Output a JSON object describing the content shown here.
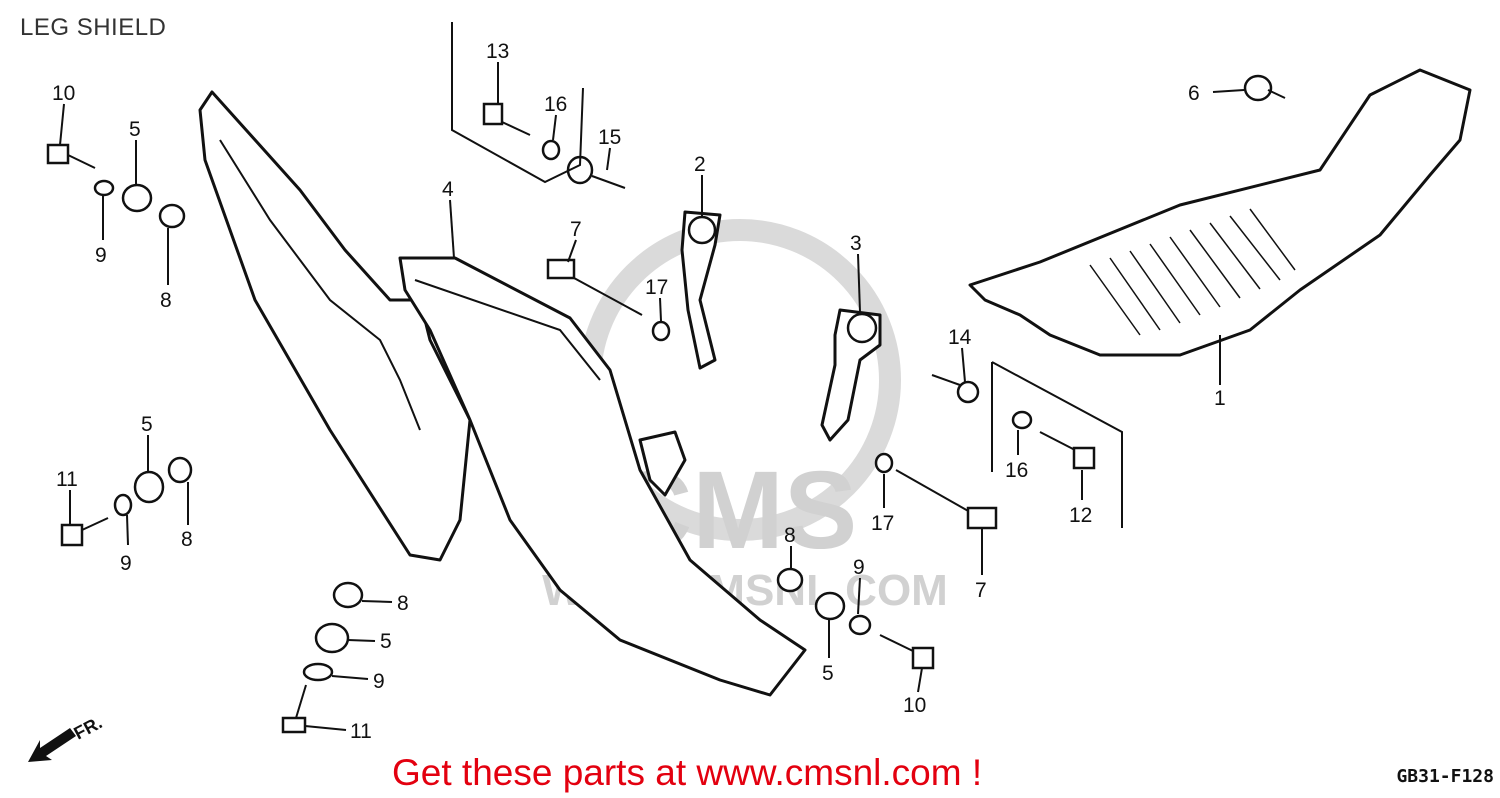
{
  "title": "LEG SHIELD",
  "call_to_action": "Get these parts at www.cmsnl.com !",
  "diagram_code": "GB31-F128",
  "watermark": {
    "logo_text": "CMS",
    "url_text": "WWW.CMSNL.COM"
  },
  "front_indicator": {
    "label": "FR.",
    "icon": "arrow-down-left-icon"
  },
  "colors": {
    "cta": "#e3000f",
    "line": "#111111",
    "watermark": "#c9c9c9"
  },
  "callouts": [
    {
      "label": "10",
      "name": "bolt-10-top"
    },
    {
      "label": "5",
      "name": "grommet-5-top"
    },
    {
      "label": "9",
      "name": "washer-9-top"
    },
    {
      "label": "8",
      "name": "collar-8-top"
    },
    {
      "label": "13",
      "name": "bolt-13"
    },
    {
      "label": "16",
      "name": "washer-16-top"
    },
    {
      "label": "15",
      "name": "bolt-15"
    },
    {
      "label": "4",
      "name": "leg-shield-4"
    },
    {
      "label": "7",
      "name": "rod-7-top"
    },
    {
      "label": "2",
      "name": "bracket-2"
    },
    {
      "label": "17",
      "name": "nut-17-top"
    },
    {
      "label": "3",
      "name": "bracket-3"
    },
    {
      "label": "6",
      "name": "bolt-6"
    },
    {
      "label": "14",
      "name": "bolt-14"
    },
    {
      "label": "1",
      "name": "floor-panel-1"
    },
    {
      "label": "16",
      "name": "washer-16-right"
    },
    {
      "label": "12",
      "name": "bolt-12"
    },
    {
      "label": "17",
      "name": "nut-17-mid"
    },
    {
      "label": "7",
      "name": "rod-7-right"
    },
    {
      "label": "11",
      "name": "bolt-11-left"
    },
    {
      "label": "5",
      "name": "grommet-5-left"
    },
    {
      "label": "9",
      "name": "washer-9-left"
    },
    {
      "label": "8",
      "name": "collar-8-left"
    },
    {
      "label": "8",
      "name": "collar-8-mid"
    },
    {
      "label": "9",
      "name": "washer-9-mid"
    },
    {
      "label": "5",
      "name": "grommet-5-mid"
    },
    {
      "label": "10",
      "name": "bolt-10-bottom"
    },
    {
      "label": "8",
      "name": "collar-8-bottom"
    },
    {
      "label": "5",
      "name": "grommet-5-bottom"
    },
    {
      "label": "9",
      "name": "washer-9-bottom"
    },
    {
      "label": "11",
      "name": "bolt-11-bottom"
    }
  ]
}
